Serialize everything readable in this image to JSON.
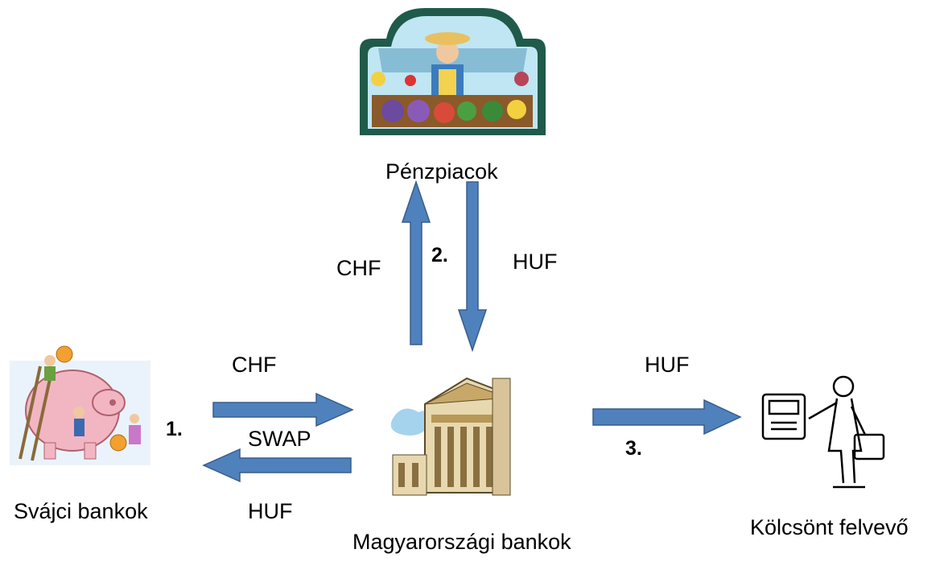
{
  "nodes": {
    "money_markets": "Pénzpiacok",
    "swiss_banks": "Svájci bankok",
    "hungarian_banks": "Magyarországi bankok",
    "borrower": "Kölcsönt felvevő"
  },
  "flows": {
    "to_market": "CHF",
    "from_market": "HUF",
    "swiss_to_hu": "CHF",
    "swap": "SWAP",
    "hu_to_swiss": "HUF",
    "hu_to_borrower": "HUF"
  },
  "steps": {
    "one": "1.",
    "two": "2.",
    "three": "3."
  },
  "colors": {
    "arrow_fill": "#4f81bd",
    "arrow_stroke": "#385d8a"
  }
}
